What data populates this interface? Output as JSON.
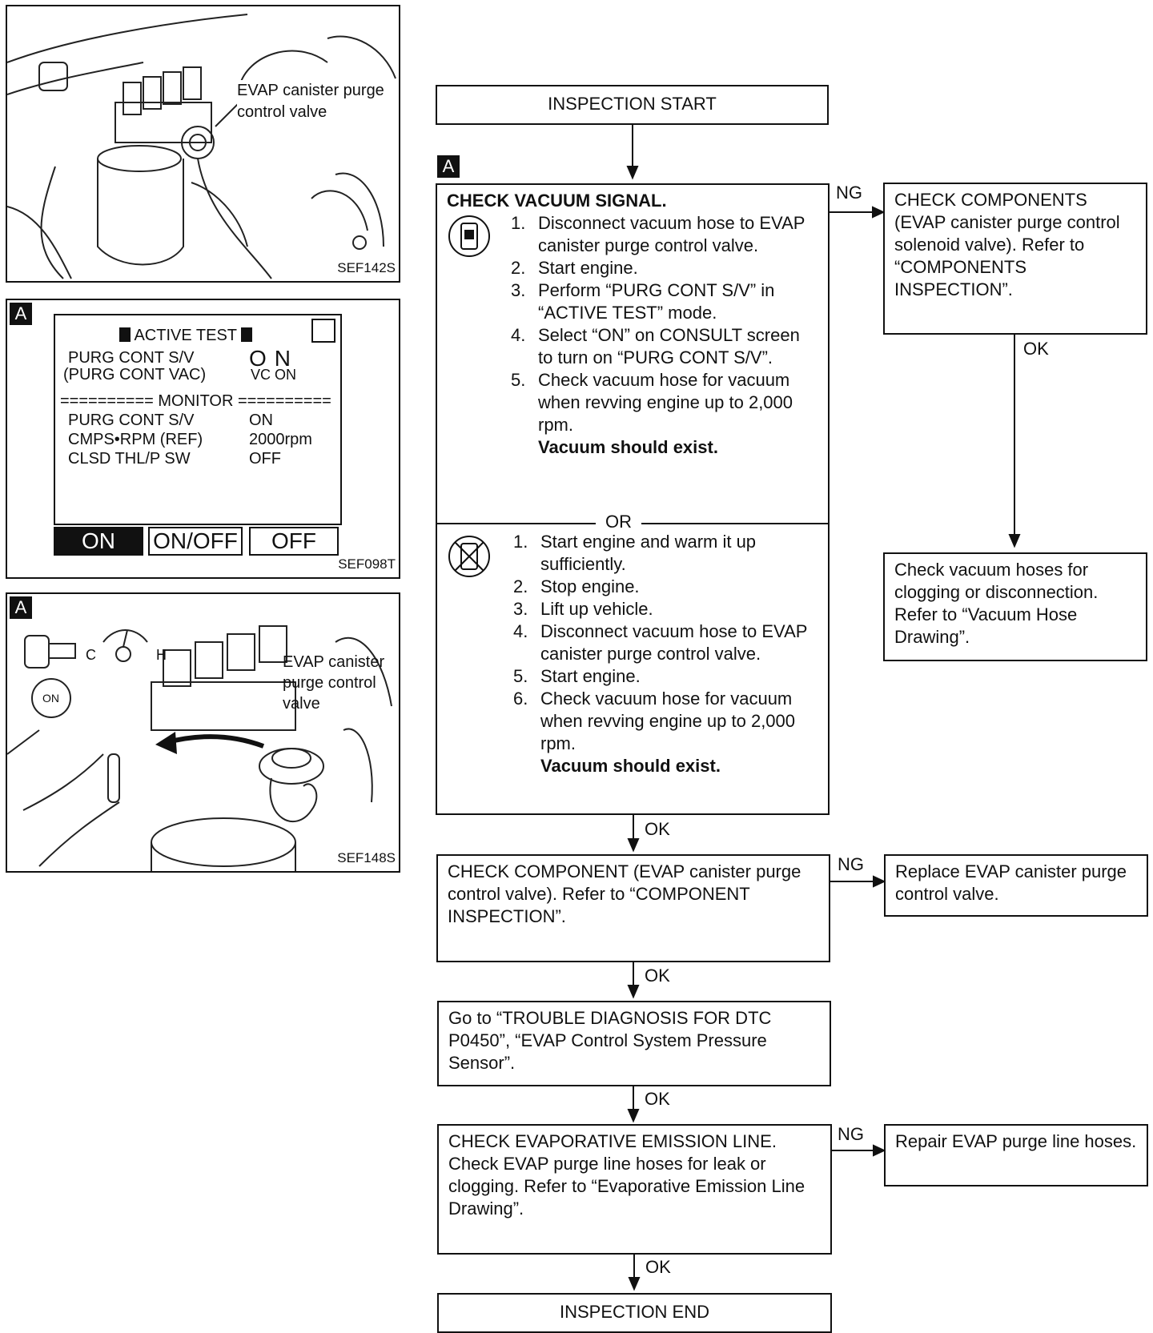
{
  "illustrations": {
    "fig1": {
      "label": "EVAP canister purge control valve",
      "ref": "SEF142S"
    },
    "fig2": {
      "badge": "A",
      "title": "ACTIVE TEST",
      "row1_name": "PURG CONT S/V",
      "row1_state": "ON",
      "row2_name": "(PURG CONT VAC)",
      "row2_state": "VC ON",
      "monitor": "MONITOR",
      "monitor_rows": [
        {
          "name": "PURG CONT S/V",
          "value": "ON"
        },
        {
          "name": "CMPS•RPM (REF)",
          "value": "2000rpm"
        },
        {
          "name": "CLSD THL/P SW",
          "value": "OFF"
        }
      ],
      "buttons": [
        "ON",
        "ON/OFF",
        "OFF"
      ],
      "ref": "SEF098T"
    },
    "fig3": {
      "badge": "A",
      "gauge_c": "C",
      "gauge_h": "H",
      "key": "ON",
      "label": "EVAP canister purge control valve",
      "ref": "SEF148S"
    }
  },
  "flow": {
    "start": "INSPECTION START",
    "badge_a": "A",
    "step_a": {
      "title": "CHECK VACUUM SIGNAL.",
      "with_consult": [
        "Disconnect vacuum hose to EVAP canister purge control valve.",
        "Start engine.",
        "Perform “PURG CONT S/V” in “ACTIVE TEST” mode.",
        "Select “ON” on CONSULT screen to turn on “PURG CONT S/V”.",
        "Check vacuum hose for vacuum when revving engine up to 2,000 rpm."
      ],
      "with_consult_note": "Vacuum should exist.",
      "or": "OR",
      "without_consult": [
        "Start engine and warm it up sufficiently.",
        "Stop engine.",
        "Lift up vehicle.",
        "Disconnect vacuum hose to EVAP canister purge control valve.",
        "Start engine.",
        "Check vacuum hose for vacuum when revving engine up to 2,000 rpm."
      ],
      "without_consult_note": "Vacuum should exist."
    },
    "ng1": "NG",
    "check_components": "CHECK COMPONENTS (EVAP canister purge control solenoid valve). Refer to “COMPONENTS INSPECTION”.",
    "ok_right": "OK",
    "check_hoses": "Check vacuum hoses for clogging or disconnection. Refer to “Vacuum Hose Drawing”.",
    "ok1": "OK",
    "check_component": "CHECK COMPONENT (EVAP canister purge control valve). Refer to “COMPONENT INSPECTION”.",
    "ng2": "NG",
    "replace": "Replace EVAP canister purge control valve.",
    "ok2": "OK",
    "goto": "Go to “TROUBLE DIAGNOSIS FOR DTC P0450”, “EVAP Control System Pressure Sensor”.",
    "ok3": "OK",
    "check_line_title": "CHECK EVAPORATIVE EMISSION LINE.",
    "check_line_body": "Check EVAP purge line hoses for leak or clogging. Refer to “Evaporative Emission Line Drawing”.",
    "ng3": "NG",
    "repair": "Repair EVAP purge line hoses.",
    "ok4": "OK",
    "end": "INSPECTION END"
  }
}
